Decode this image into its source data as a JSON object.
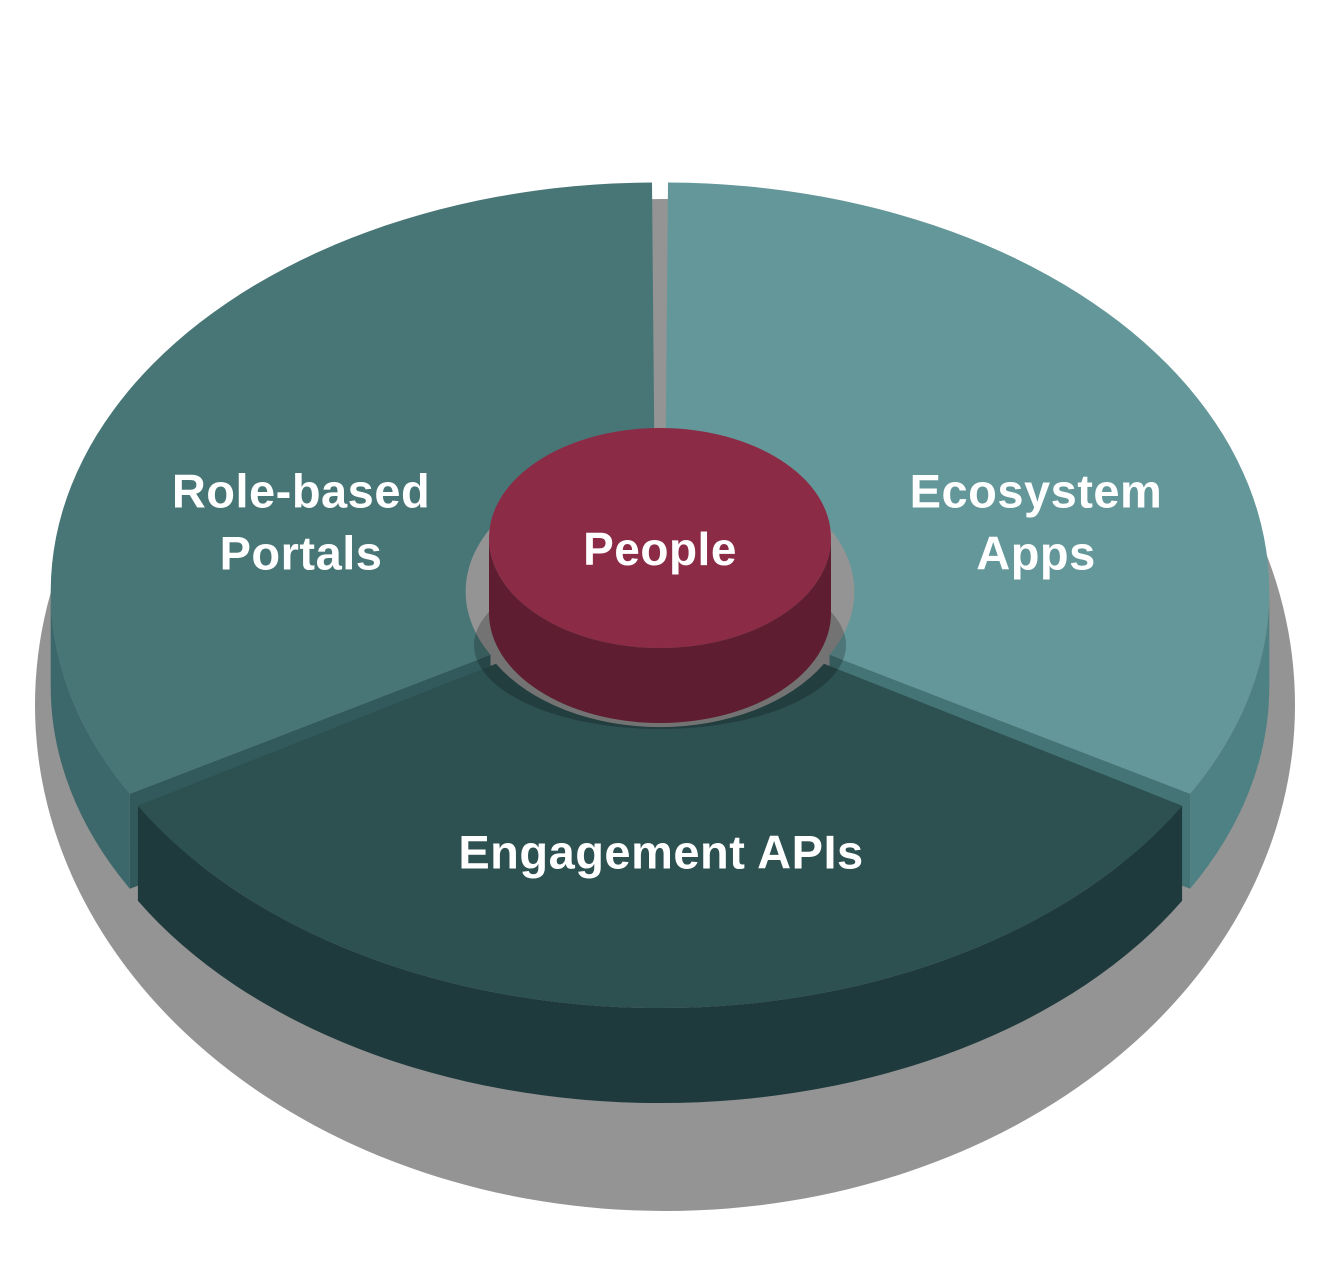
{
  "chart_data": {
    "type": "pie",
    "title": "",
    "description": "3D pie diagram with three equal segments around a central People hub",
    "legend_position": "none",
    "background": "#ffffff",
    "shadow_color": "#949494",
    "label_color": "#ffffff",
    "center_hub": {
      "label": "People",
      "top_color": "#8b2b45",
      "side_color": "#5f1d31"
    },
    "segments": [
      {
        "label": "Role-based Portals",
        "label_lines": [
          "Role-based",
          "Portals"
        ],
        "value": 33.33,
        "top_color": "#487677",
        "side_color": "#3d686b",
        "cut_color": "#325a5c"
      },
      {
        "label": "Ecosystem Apps",
        "label_lines": [
          "Ecosystem",
          "Apps"
        ],
        "value": 33.33,
        "top_color": "#649799",
        "side_color": "#4e8183",
        "cut_color": "#457476"
      },
      {
        "label": "Engagement APIs",
        "label_lines": [
          "Engagement APIs"
        ],
        "value": 33.33,
        "top_color": "#2d5051",
        "side_color": "#1f3a3c",
        "cut_color": "#1f3a3c"
      }
    ]
  }
}
